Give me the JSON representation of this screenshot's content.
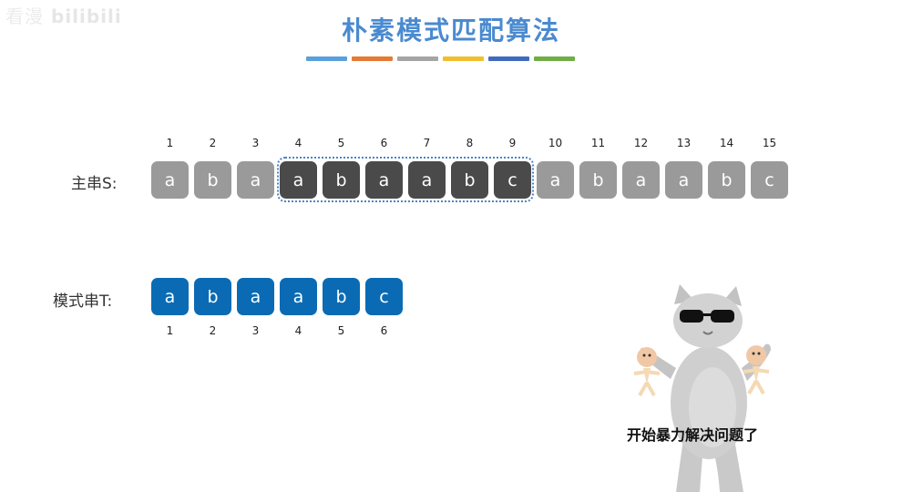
{
  "watermark": {
    "prefix": "看漫",
    "brand": "bilibili"
  },
  "title": "朴素模式匹配算法",
  "color_strip": [
    "#5aa0dc",
    "#e47a33",
    "#a5a5a5",
    "#f2be2e",
    "#3f6bbd",
    "#6fae45"
  ],
  "main_string": {
    "label": "主串S:",
    "indices": [
      "1",
      "2",
      "3",
      "4",
      "5",
      "6",
      "7",
      "8",
      "9",
      "10",
      "11",
      "12",
      "13",
      "14",
      "15"
    ],
    "chars": [
      "a",
      "b",
      "a",
      "a",
      "b",
      "a",
      "a",
      "b",
      "c",
      "a",
      "b",
      "a",
      "a",
      "b",
      "c"
    ],
    "window_start": 4,
    "window_end": 9
  },
  "pattern_string": {
    "label": "模式串T:",
    "indices": [
      "1",
      "2",
      "3",
      "4",
      "5",
      "6"
    ],
    "chars": [
      "a",
      "b",
      "a",
      "a",
      "b",
      "c"
    ]
  },
  "sticker": {
    "caption": "开始暴力解决问题了",
    "image": "cat-with-sunglasses-holding-babies-sticker"
  }
}
